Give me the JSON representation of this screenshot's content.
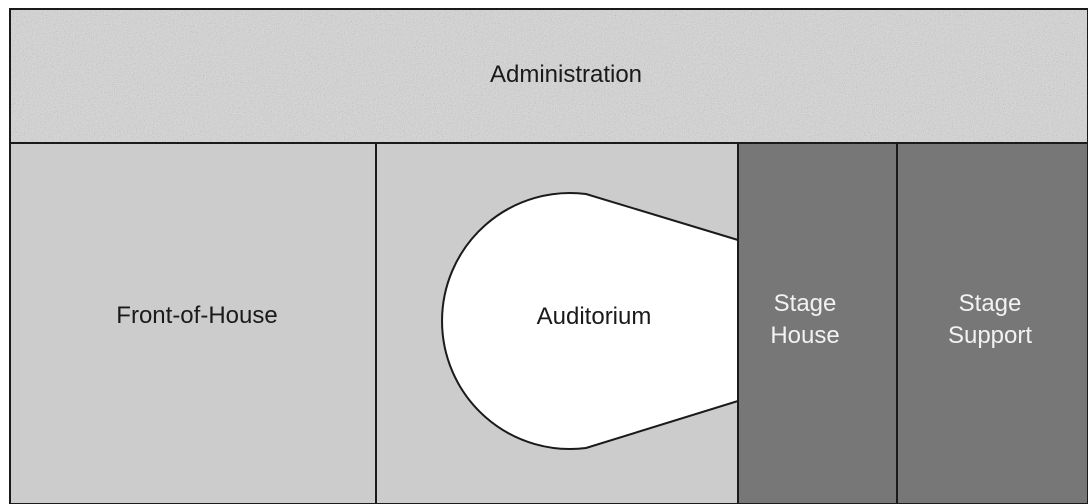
{
  "diagram": {
    "zones": {
      "administration": {
        "label": "Administration"
      },
      "front_of_house": {
        "label": "Front-of-House"
      },
      "auditorium": {
        "label": "Auditorium"
      },
      "stage_house": {
        "label_line1": "Stage",
        "label_line2": "House"
      },
      "stage_support": {
        "label_line1": "Stage",
        "label_line2": "Support"
      }
    },
    "colors": {
      "administration_fill": "#d9d9d9",
      "light_zone_fill": "#cccccc",
      "auditorium_fill": "#ffffff",
      "dark_zone_fill": "#777777",
      "outline": "#1a1a1a"
    }
  }
}
